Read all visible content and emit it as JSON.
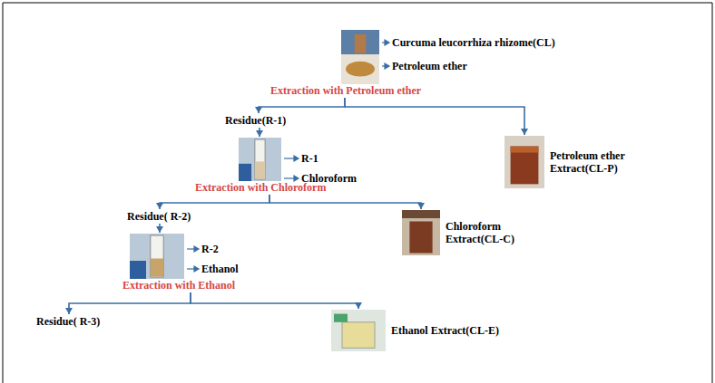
{
  "diagram": {
    "nodes": [
      {
        "text": [
          "Extraction with Petroleum ether"
        ]
      },
      {
        "text": [
          "Residue(R-1)"
        ]
      },
      {
        "text": [
          "Petroleum ether Extract(CL-P)"
        ]
      },
      {
        "text": [
          "Extraction with Chloroform"
        ]
      },
      {
        "text": [
          "Residue( R-2)"
        ]
      },
      {
        "text": [
          "Chloroform Extract(CL-C)"
        ]
      },
      {
        "text": [
          "Extraction with Ethanol"
        ]
      },
      {
        "text": [
          "Residue( R-3)"
        ]
      },
      {
        "text": [
          "Ethanol Extract(CL-E)"
        ]
      }
    ],
    "edges": [
      {
        "from": 0,
        "to": 1,
        "arrow": "to"
      },
      {
        "from": 0,
        "to": 2,
        "arrow": "to"
      },
      {
        "from": 1,
        "to": 3,
        "arrow": "to"
      },
      {
        "from": 3,
        "to": 4,
        "arrow": "to"
      },
      {
        "from": 3,
        "to": 5,
        "arrow": "to"
      },
      {
        "from": 4,
        "to": 6,
        "arrow": "to"
      },
      {
        "from": 6,
        "to": 7,
        "arrow": "to"
      },
      {
        "from": 6,
        "to": 8,
        "arrow": "to"
      }
    ],
    "labels": [
      "Curcuma leucorrhiza rhizome(CL)",
      "Petroleum ether",
      "R-1",
      "Chloroform",
      "R-2",
      "Ethanol"
    ]
  }
}
